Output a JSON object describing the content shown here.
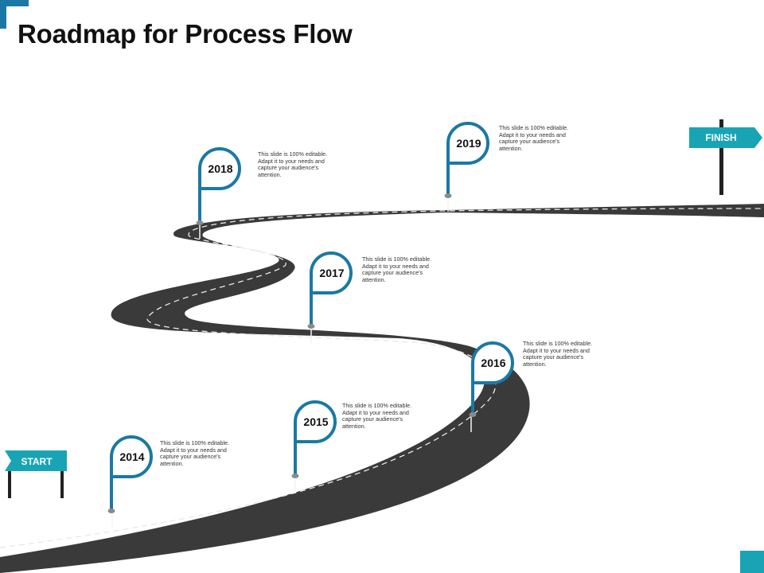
{
  "title": "Roadmap for Process Flow",
  "start_label": "START",
  "finish_label": "FINISH",
  "colors": {
    "road": "#3a3a3a",
    "pin": "#1a79a4",
    "sign": "#19a4b6"
  },
  "milestones": [
    {
      "year": "2014",
      "text": "This slide is 100% editable.  Adapt  it to your needs and capture your audience's  attention."
    },
    {
      "year": "2015",
      "text": "This slide is 100% editable.  Adapt  it to your needs and capture your audience's  attention."
    },
    {
      "year": "2016",
      "text": "This slide is 100% editable.  Adapt  it to your needs and capture your audience's  attention."
    },
    {
      "year": "2017",
      "text": "This slide is 100% editable.  Adapt  it to your needs and capture your audience's  attention."
    },
    {
      "year": "2018",
      "text": "This slide is 100% editable.  Adapt  it to your needs and capture your audience's  attention."
    },
    {
      "year": "2019",
      "text": "This slide is 100% editable.  Adapt  it to your needs and capture your audience's  attention."
    }
  ]
}
